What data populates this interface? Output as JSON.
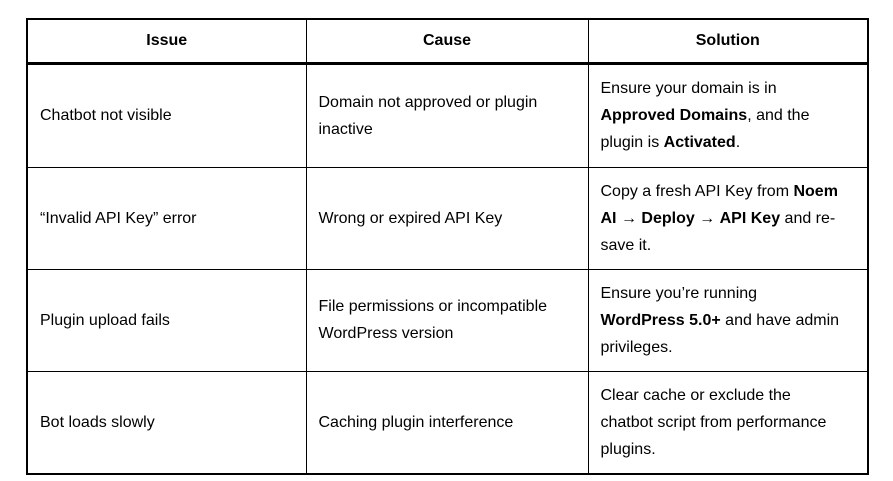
{
  "table": {
    "headers": [
      {
        "key": "issue",
        "label": "Issue"
      },
      {
        "key": "cause",
        "label": "Cause"
      },
      {
        "key": "solution",
        "label": "Solution"
      }
    ],
    "rows": [
      {
        "issue": "Chatbot not visible",
        "cause": "Domain not approved or plugin inactive",
        "solution": [
          {
            "text": "Ensure your domain is in ",
            "bold": false
          },
          {
            "text": "Approved Domains",
            "bold": true
          },
          {
            "text": ", and the plugin is ",
            "bold": false
          },
          {
            "text": "Activated",
            "bold": true
          },
          {
            "text": ".",
            "bold": false
          }
        ]
      },
      {
        "issue": "“Invalid API Key” error",
        "cause": "Wrong or expired API Key",
        "solution": [
          {
            "text": "Copy a fresh API Key from ",
            "bold": false
          },
          {
            "text": "Noem AI",
            "bold": true
          },
          {
            "text": " → ",
            "bold": false
          },
          {
            "text": "Deploy",
            "bold": true
          },
          {
            "text": " → ",
            "bold": false
          },
          {
            "text": "API Key",
            "bold": true
          },
          {
            "text": " and re-save it.",
            "bold": false
          }
        ]
      },
      {
        "issue": "Plugin upload fails",
        "cause": "File permissions or incompatible WordPress version",
        "solution": [
          {
            "text": "Ensure you’re running ",
            "bold": false
          },
          {
            "text": "WordPress 5.0+",
            "bold": true
          },
          {
            "text": " and have admin privileges.",
            "bold": false
          }
        ]
      },
      {
        "issue": "Bot loads slowly",
        "cause": "Caching plugin interference",
        "solution": [
          {
            "text": "Clear cache or exclude the chatbot script from performance plugins.",
            "bold": false
          }
        ]
      }
    ]
  },
  "colors": {
    "border": "#000000",
    "text": "#000000",
    "background": "#ffffff"
  }
}
